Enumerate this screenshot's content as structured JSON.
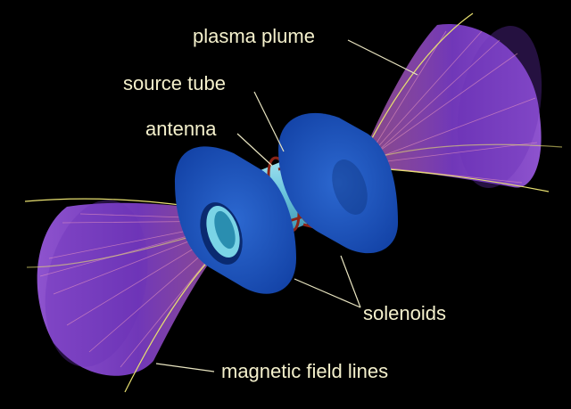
{
  "labels": {
    "plasma_plume": "plasma plume",
    "source_tube": "source tube",
    "antenna": "antenna",
    "solenoids": "solenoids",
    "magnetic_field_lines": "magnetic field lines"
  },
  "colors": {
    "background": "#000000",
    "label_text": "#f4f0cc",
    "leader_line": "#e8e4c0",
    "solenoid": "#1c52b8",
    "plume": "#8a4ad8",
    "field_line": "#e8e070",
    "antenna": "#8a2418",
    "tube": "#6ec8e0"
  }
}
